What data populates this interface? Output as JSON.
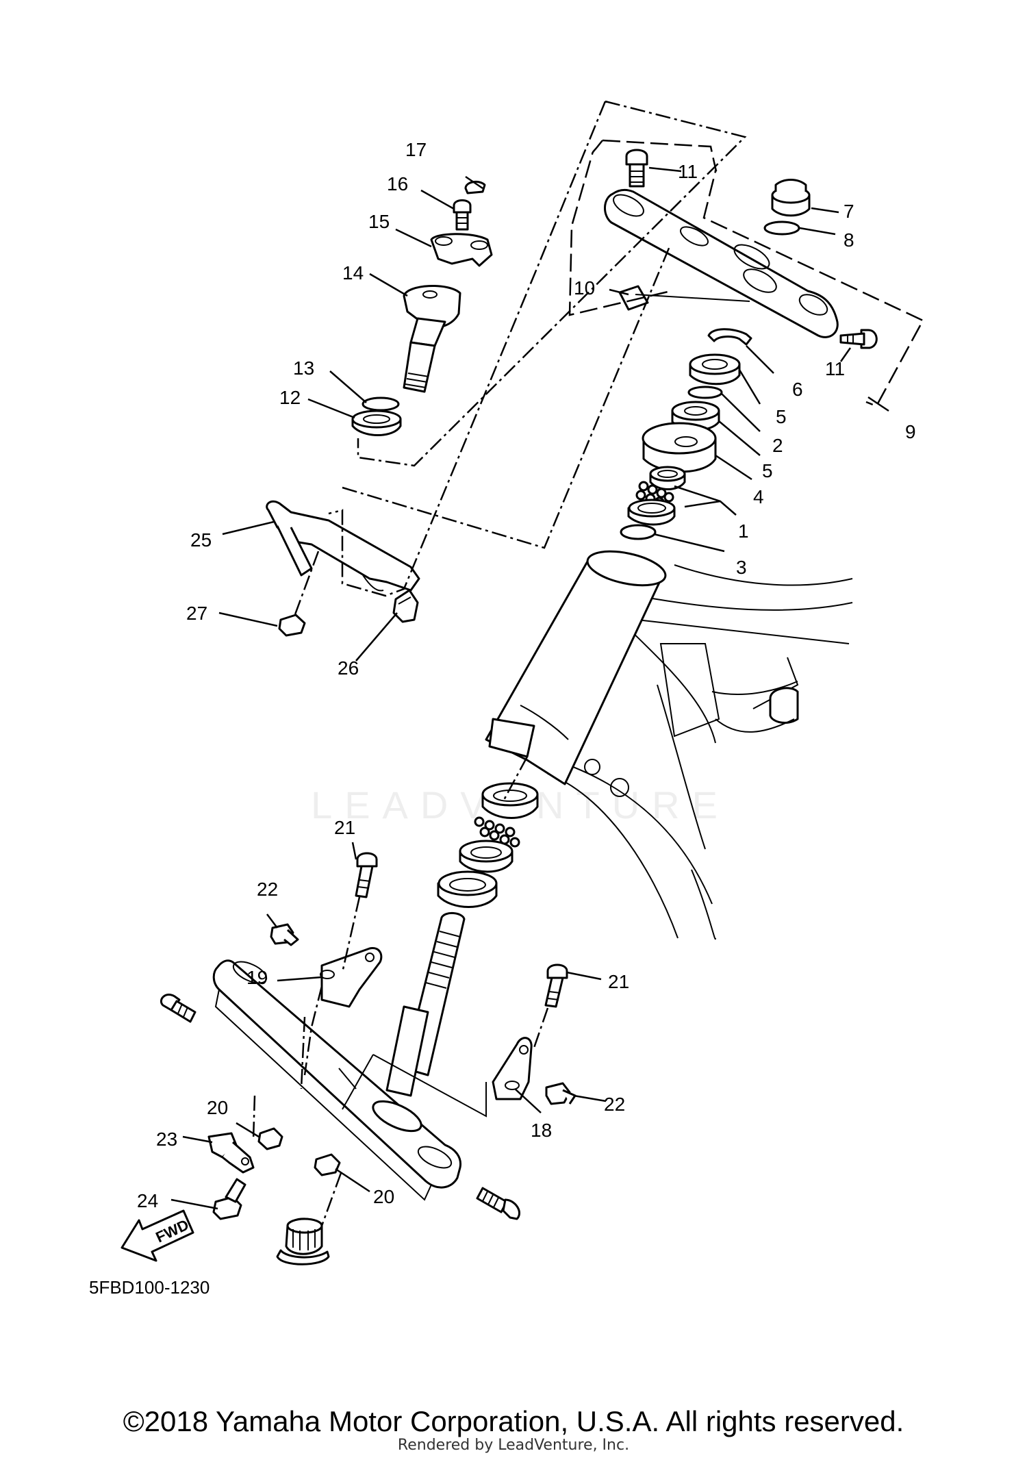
{
  "diagram": {
    "callouts": [
      "1",
      "2",
      "3",
      "4",
      "5",
      "5",
      "6",
      "7",
      "8",
      "9",
      "10",
      "11",
      "11",
      "12",
      "13",
      "14",
      "15",
      "16",
      "17",
      "18",
      "19",
      "20",
      "20",
      "21",
      "21",
      "22",
      "22",
      "23",
      "24",
      "25",
      "26",
      "27"
    ],
    "fwd_label": "FWD",
    "watermark": "LEADVENTURE",
    "code": "5FBD100-1230"
  },
  "footer": {
    "copyright": "©2018 Yamaha Motor Corporation, U.S.A. All rights reserved.",
    "rendered_by": "Rendered by LeadVenture, Inc."
  }
}
